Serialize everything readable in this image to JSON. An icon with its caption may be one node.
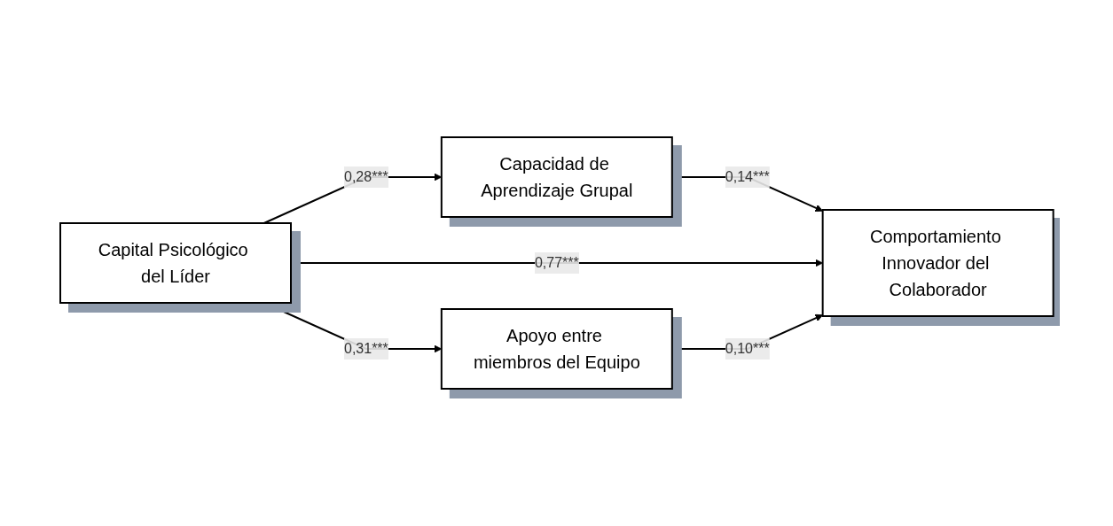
{
  "diagram": {
    "nodes": [
      {
        "text": [
          "Capital Psicológico del Líder"
        ]
      },
      {
        "text": [
          "Capacidad de Aprendizaje Grupal"
        ]
      },
      {
        "text": [
          "Apoyo entre miembros del Equipo"
        ]
      },
      {
        "text": [
          "Comportamiento Innovador del Colaborador"
        ]
      }
    ],
    "edges": [
      {
        "from": 0,
        "to": 1,
        "arrow": "to",
        "label": "0,28***"
      },
      {
        "from": 1,
        "to": 3,
        "arrow": "to",
        "label": "0,14***"
      },
      {
        "from": 0,
        "to": 3,
        "arrow": "to",
        "label": "0,77***"
      },
      {
        "from": 0,
        "to": 2,
        "arrow": "to",
        "label": "0,31***"
      },
      {
        "from": 2,
        "to": 3,
        "arrow": "to",
        "label": "0,10***"
      }
    ]
  }
}
